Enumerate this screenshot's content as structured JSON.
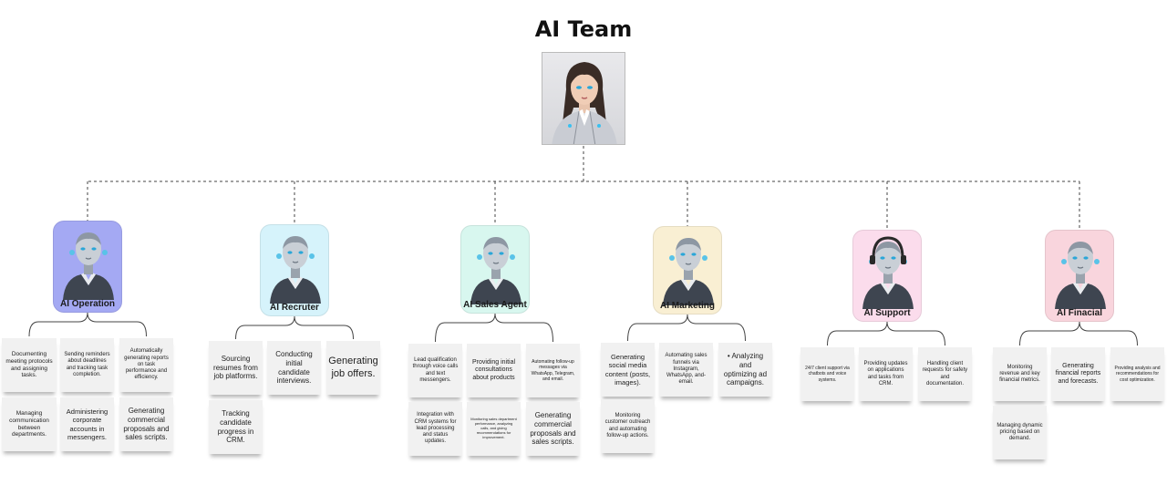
{
  "title": "AI Team",
  "leader": {
    "portrait_icon": "woman-avatar-icon"
  },
  "colors": {
    "connector": "#444444",
    "note_bg": "#f1f1f1",
    "card_operation": "#a4a9f3",
    "card_recruiter": "#d6f3fb",
    "card_sales": "#d8f7ef",
    "card_marketing": "#f9efd3",
    "card_support": "#fbdcec",
    "card_finance": "#f9d5dd"
  },
  "teams": [
    {
      "key": "operation",
      "name": "AI Operation",
      "portrait_icon": "robot-avatar-icon",
      "tasks": [
        "Documenting meeting protocols and assigning tasks.",
        "Sending reminders about deadlines and tracking task completion.",
        "Automatically generating reports on task performance and efficiency.",
        "Managing communication between departments.",
        "Administering corporate accounts in messengers.",
        "Generating commercial proposals and sales scripts."
      ]
    },
    {
      "key": "recruiter",
      "name": "AI Recruter",
      "portrait_icon": "robot-avatar-icon",
      "tasks": [
        "Sourcing resumes from job platforms.",
        "Conducting initial candidate interviews.",
        "Generating job offers.",
        "Tracking candidate progress in CRM."
      ]
    },
    {
      "key": "sales",
      "name": "AI Sales Agent",
      "portrait_icon": "robot-avatar-icon",
      "tasks": [
        "Lead qualification through voice calls and text messengers.",
        "Providing initial consultations about products",
        "Automating follow-up messages via WhatsApp, Telegram, and email.",
        "Integration with CRM systems for lead processing and status updates.",
        "Monitoring sales department performance, analyzing calls, and giving recommendations for improvement.",
        "Generating commercial proposals and sales scripts."
      ]
    },
    {
      "key": "marketing",
      "name": "AI Marketing",
      "portrait_icon": "robot-avatar-icon",
      "tasks": [
        "Generating social media content (posts, images).",
        "Automating sales funnels via Instagram, WhatsApp, and-email.",
        "•  Analyzing and optimizing ad campaigns.",
        "Monitoring customer outreach and automating follow-up actions."
      ]
    },
    {
      "key": "support",
      "name": "AI Support",
      "portrait_icon": "robot-headset-avatar-icon",
      "tasks": [
        "24/7 client support via chatbots and voice systems.",
        "Providing updates on applications and tasks from CRM.",
        "Handling client requests for safety and documentation."
      ]
    },
    {
      "key": "finance",
      "name": "AI Finacial",
      "portrait_icon": "robot-avatar-icon",
      "tasks": [
        "Monitoring revenue and key financial metrics.",
        "Generating financial reports and forecasts.",
        "Providing analysis and recommendations for cost optimization.",
        "Managing dynamic pricing based on demand."
      ]
    }
  ]
}
